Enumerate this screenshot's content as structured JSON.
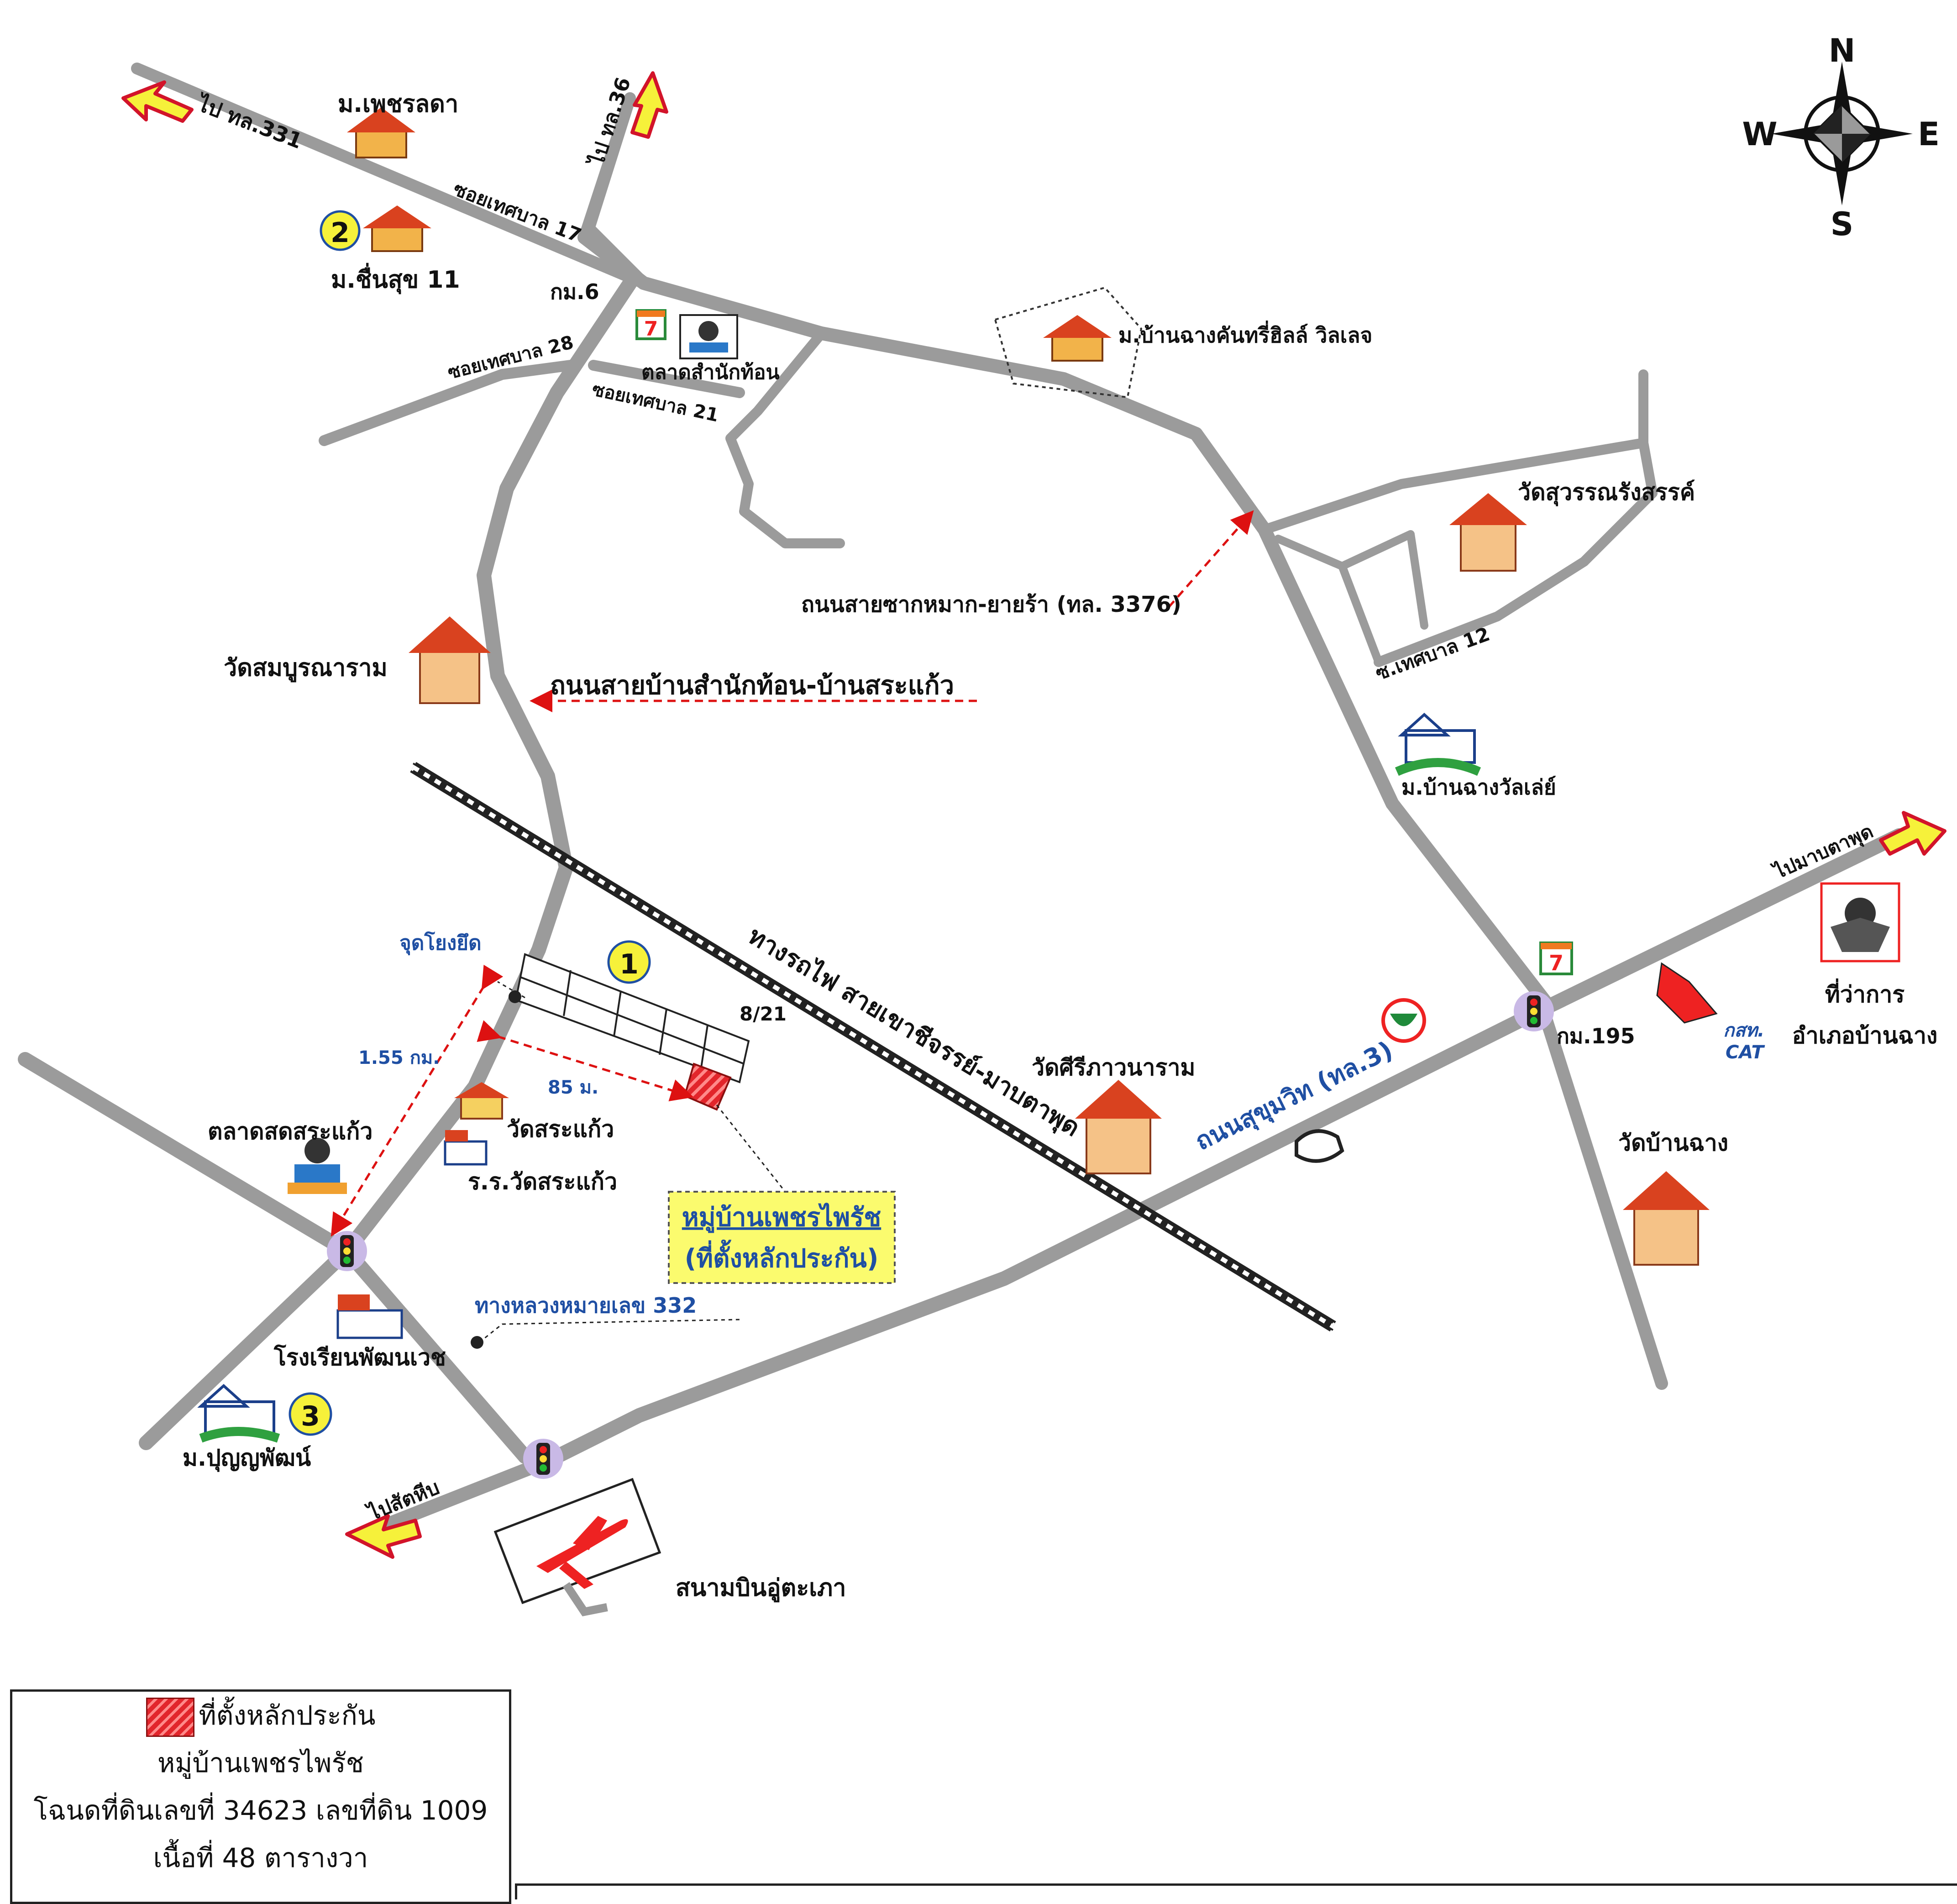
{
  "compass": {
    "n": "N",
    "s": "S",
    "e": "E",
    "w": "W"
  },
  "directions": {
    "to_331": "ไป ทล.331",
    "to_36": "ไป ทล.36",
    "to_maptaphut": "ไปมาบตาพุด",
    "to_sattahip": "ไปสัตหีบ"
  },
  "roads": {
    "soi17": "ซอยเทศบาล 17",
    "soi28": "ซอยเทศบาล 28",
    "soi21": "ซอยเทศบาล 21",
    "soi12": "ซ.เทศบาล 12",
    "km6": "กม.6",
    "km195": "กม.195",
    "road3376": "ถนนสายซากหมาก-ยายร้า (ทล. 3376)",
    "road_samnak": "ถนนสายบ้านสำนักท้อน-บ้านสระแก้ว",
    "railway": "ทางรถไฟ สายเขาชีจรรย์-มาบตาพุด",
    "sukhumvit": "ถนนสุขุมวิท (ทล.3)",
    "hwy332": "ทางหลวงหมายเลข 332"
  },
  "places": {
    "petchlada": "ม.เพชรลดา",
    "chuensuk": "ม.ชื่นสุข 11",
    "talad_samnak": "ตลาดสำนักท้อน",
    "country_hill": "ม.บ้านฉางคันทรี่ฮิลล์ วิลเลจ",
    "wat_suwan": "วัดสุวรรณรังสรรค์",
    "wat_somboon": "วัดสมบูรณาราม",
    "banchang_valley": "ม.บ้านฉางวัลเล่ย์",
    "amphoe_1": "ที่ว่าการ",
    "amphoe_2": "อำเภอบ้านฉาง",
    "wat_banchang": "วัดบ้านฉาง",
    "wat_sri": "วัดศีรีภาวนาราม",
    "wat_sakaew": "วัดสระแก้ว",
    "school_sakaew": "ร.ร.วัดสระแก้ว",
    "market_sakaew": "ตลาดสดสระแก้ว",
    "school_phatthana": "โรงเรียนพัฒนเวช",
    "punyaphat": "ม.ปุญญพัฒน์",
    "airport": "สนามบินอู่ตะเภา",
    "cat_th": "กสท.",
    "cat_en": "CAT"
  },
  "markers": {
    "m1": "1",
    "m2": "2",
    "m3": "3",
    "seven": "7"
  },
  "annotations": {
    "ref_point": "จุดโยงยึด",
    "dist_155": "1.55 กม.",
    "dist_85": "85 ม.",
    "plot_no": "8/21",
    "callout_1": "หมู่บ้านเพชรไพรัช",
    "callout_2": "(ที่ตั้งหลักประกัน)"
  },
  "legend": {
    "line1": "ที่ตั้งหลักประกัน",
    "line2": "หมู่บ้านเพชรไพรัช",
    "line3": "โฉนดที่ดินเลขที่ 34623 เลขที่ดิน 1009",
    "line4": "เนื้อที่ 48 ตารางวา"
  },
  "colors": {
    "road": "#9b9b9b",
    "accent_yellow": "#f6f13a",
    "collateral_red": "#e2252b",
    "callout_bg": "#fbfb6e",
    "label_blue": "#1f4fa3"
  }
}
